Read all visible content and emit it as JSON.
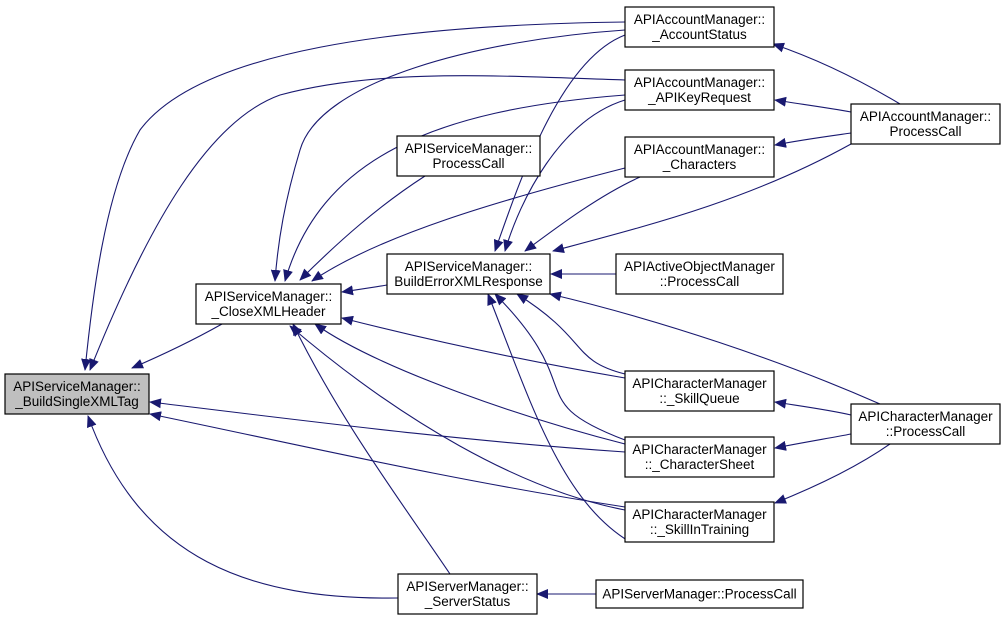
{
  "colors": {
    "edge": "#191970",
    "focus_fill": "#bfbfbf",
    "node_fill": "#ffffff",
    "border": "#000000"
  },
  "nodes": {
    "bst": {
      "lines": [
        "APIServiceManager::",
        "_BuildSingleXMLTag"
      ]
    },
    "cxh": {
      "lines": [
        "APIServiceManager::",
        "_CloseXMLHeader"
      ]
    },
    "sm_pc": {
      "lines": [
        "APIServiceManager::",
        "ProcessCall"
      ]
    },
    "bex": {
      "lines": [
        "APIServiceManager::",
        "BuildErrorXMLResponse"
      ]
    },
    "am_as": {
      "lines": [
        "APIAccountManager::",
        "_AccountStatus"
      ]
    },
    "am_ak": {
      "lines": [
        "APIAccountManager::",
        "_APIKeyRequest"
      ]
    },
    "am_ch": {
      "lines": [
        "APIAccountManager::",
        "_Characters"
      ]
    },
    "am_pc": {
      "lines": [
        "APIAccountManager::",
        "ProcessCall"
      ]
    },
    "ao_pc": {
      "lines": [
        "APIActiveObjectManager",
        "::ProcessCall"
      ]
    },
    "cm_sq": {
      "lines": [
        "APICharacterManager",
        "::_SkillQueue"
      ]
    },
    "cm_cs": {
      "lines": [
        "APICharacterManager",
        "::_CharacterSheet"
      ]
    },
    "cm_st": {
      "lines": [
        "APICharacterManager",
        "::_SkillInTraining"
      ]
    },
    "cm_pc": {
      "lines": [
        "APICharacterManager",
        "::ProcessCall"
      ]
    },
    "sv_ss": {
      "lines": [
        "APIServerManager::",
        "_ServerStatus"
      ]
    },
    "sv_pc": {
      "lines": [
        "APIServerManager::ProcessCall"
      ]
    }
  }
}
